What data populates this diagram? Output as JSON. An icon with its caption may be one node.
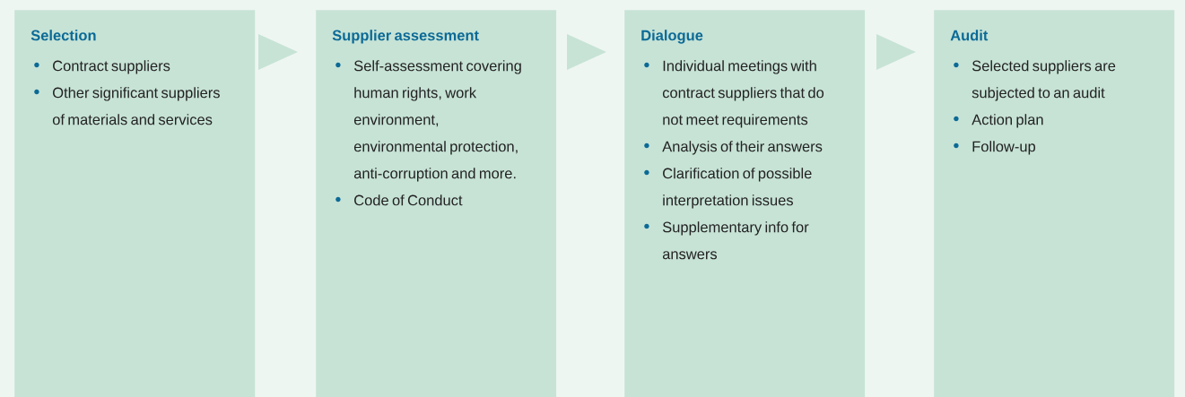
{
  "diagram": {
    "nodes": [
      {
        "text": [
          "Selection",
          "Contract suppliers",
          "Other significant suppliers of materials and services"
        ]
      },
      {
        "text": [
          "Supplier assessment",
          "Self-assessment covering human rights, work environment, environmental protection, anti-corruption and more.",
          "Code of Conduct"
        ]
      },
      {
        "text": [
          "Dialogue",
          "Individual meetings with contract suppliers that do not meet requirements",
          "Analysis of their answers",
          "Clarification of possible interpretation issues",
          "Supplementary info for answers"
        ]
      },
      {
        "text": [
          "Audit",
          "Selected suppliers are subjected to an audit",
          "Action plan",
          "Follow-up"
        ]
      }
    ],
    "edges": [
      {
        "from": 0,
        "to": 1,
        "arrow": "to"
      },
      {
        "from": 1,
        "to": 2,
        "arrow": "to"
      },
      {
        "from": 2,
        "to": 3,
        "arrow": "to"
      }
    ]
  }
}
